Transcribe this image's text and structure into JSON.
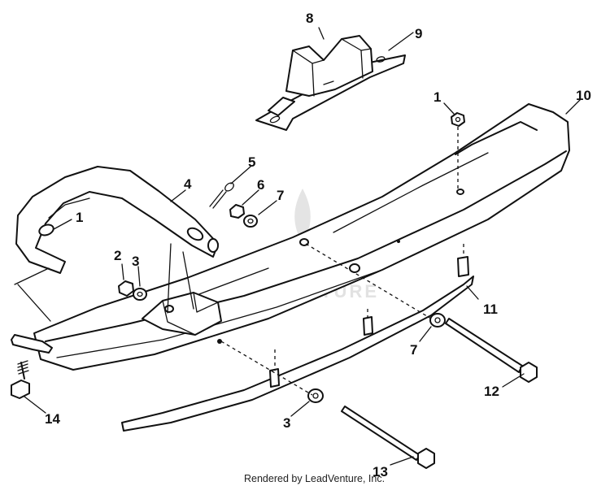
{
  "diagram": {
    "watermark_text": "LEADVENTURE",
    "footer_text": "Rendered by LeadVenture, Inc.",
    "callouts": [
      "8",
      "9",
      "10",
      "1",
      "5",
      "6",
      "7",
      "4",
      "1",
      "2",
      "3",
      "11",
      "7",
      "12",
      "14",
      "3",
      "13"
    ]
  }
}
